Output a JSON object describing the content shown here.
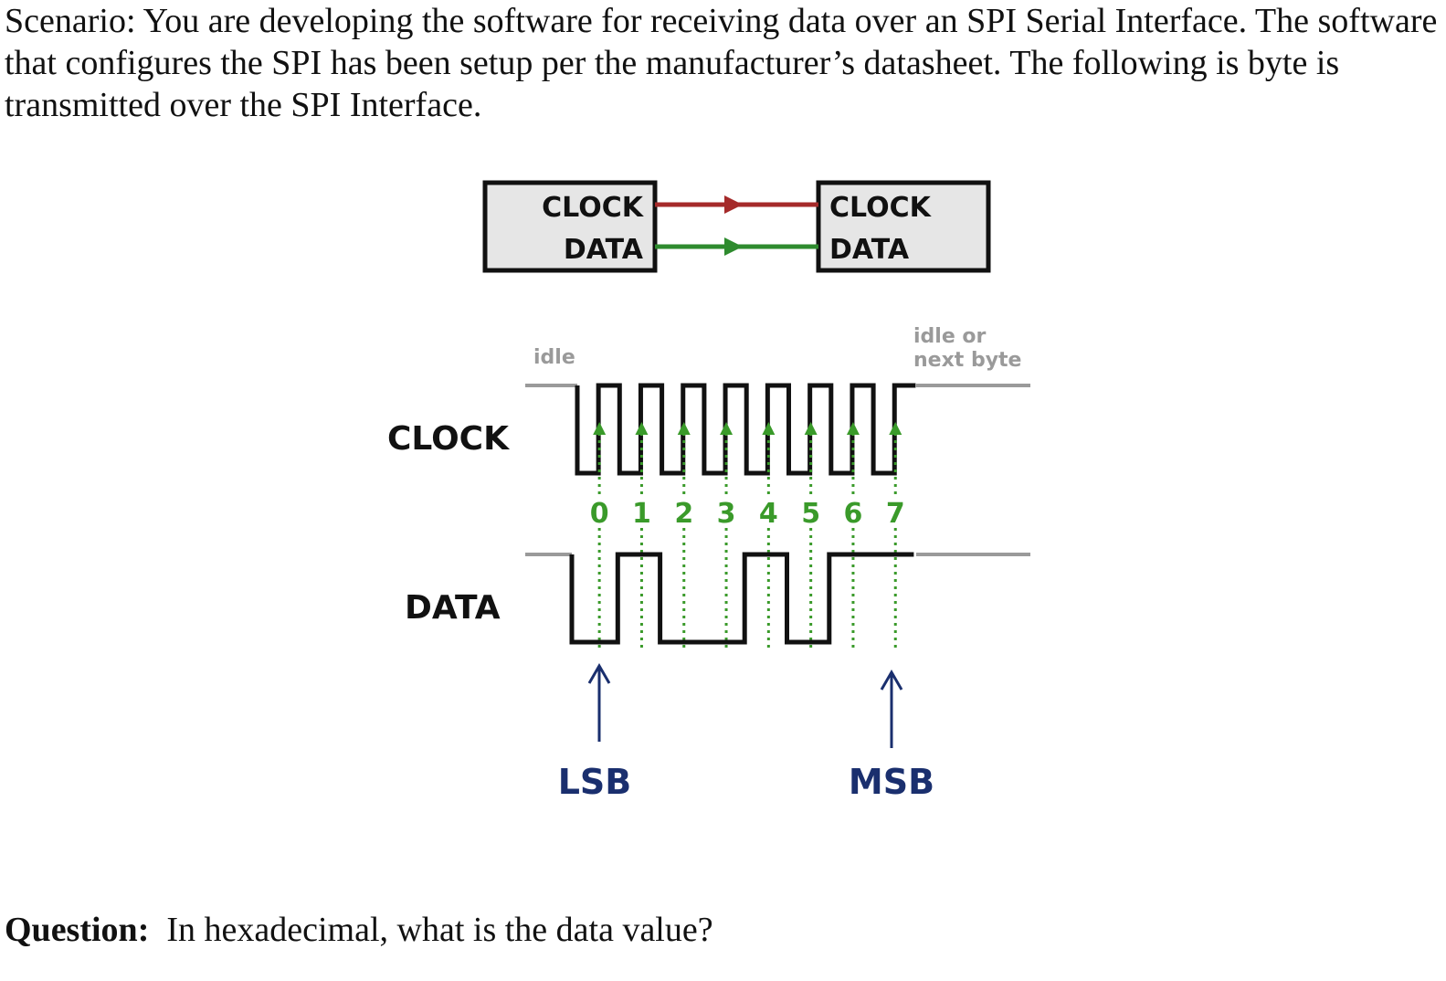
{
  "scenario_text": "Scenario:  You are developing the software for receiving data over an SPI Serial Interface.  The software that configures the SPI has been setup per the manufacturer’s datasheet.  The following is byte is transmitted over the SPI Interface.",
  "question": {
    "label": "Question:",
    "text": "In hexadecimal, what is the data value?"
  },
  "diagram": {
    "master": {
      "clock_label": "CLOCK",
      "data_label": "DATA"
    },
    "slave": {
      "clock_label": "CLOCK",
      "data_label": "DATA"
    },
    "idle_label": "idle",
    "idle_next_line1": "idle or",
    "idle_next_line2": "next byte",
    "clock_signal_label": "CLOCK",
    "data_signal_label": "DATA",
    "bit_labels": [
      "0",
      "1",
      "2",
      "3",
      "4",
      "5",
      "6",
      "7"
    ],
    "data_bits": [
      0,
      1,
      0,
      0,
      1,
      0,
      1,
      1
    ],
    "lsb_label": "LSB",
    "msb_label": "MSB",
    "colors": {
      "clock_wire": "#a52a2a",
      "data_wire": "#2e8b2e",
      "bit_markers": "#3a9a2a",
      "lsb_msb": "#1a2f6e",
      "box_fill": "#e6e6e6",
      "idle_line": "#9a9a9a"
    }
  }
}
